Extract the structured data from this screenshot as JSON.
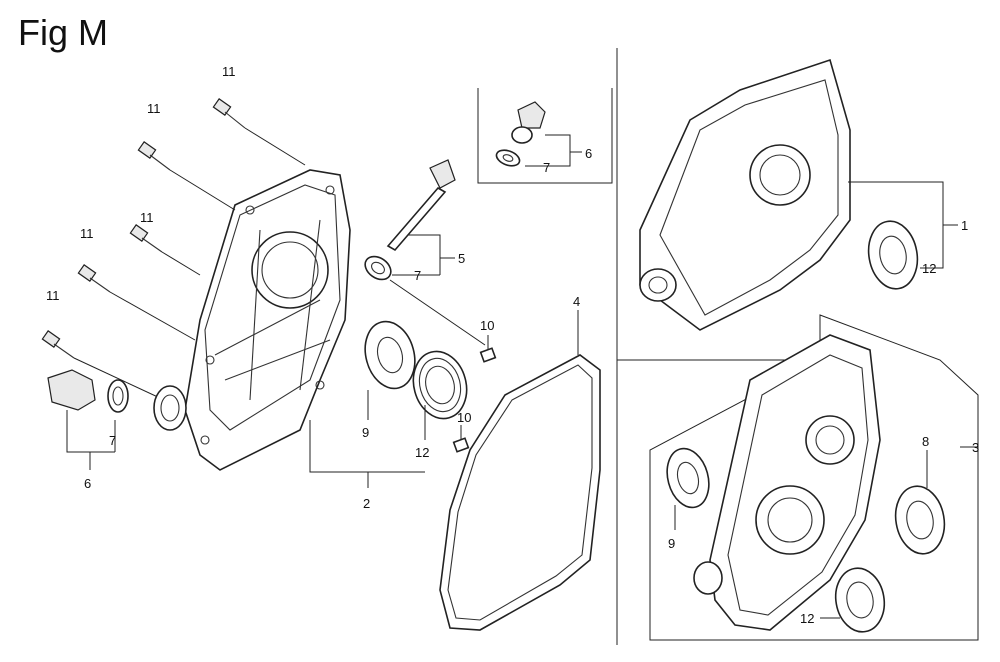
{
  "figure": {
    "title": "Fig M"
  },
  "callouts": {
    "c1": "1",
    "c2": "2",
    "c3": "3",
    "c4": "4",
    "c5": "5",
    "c6a": "6",
    "c6b": "6",
    "c7a": "7",
    "c7b": "7",
    "c7c": "7",
    "c8": "8",
    "c9a": "9",
    "c9b": "9",
    "c10a": "10",
    "c10b": "10",
    "c11a": "11",
    "c11b": "11",
    "c11c": "11",
    "c11d": "11",
    "c11e": "11",
    "c12a": "12",
    "c12b": "12",
    "c12c": "12"
  }
}
